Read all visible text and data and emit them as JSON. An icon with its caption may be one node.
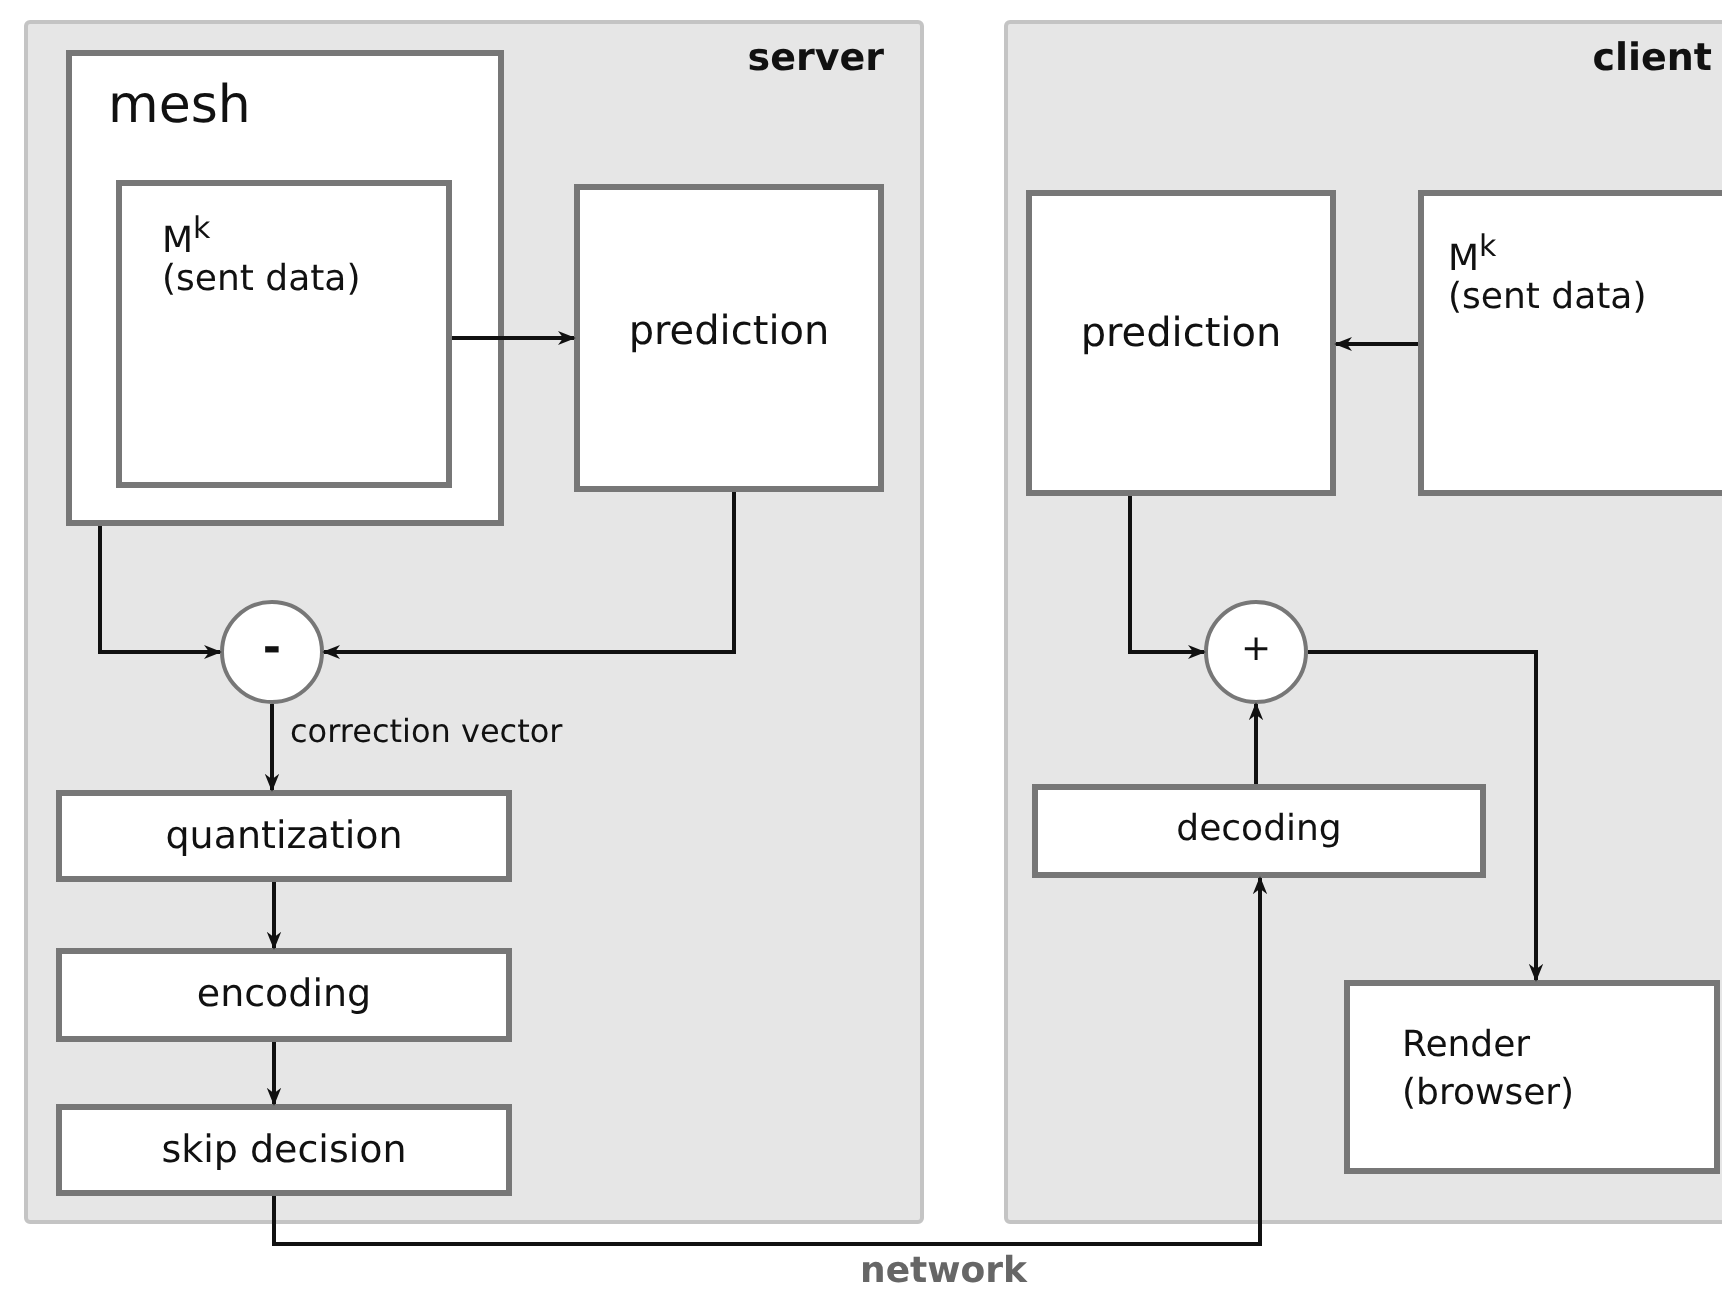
{
  "diagram": {
    "nodes": [
      {
        "text": [
          "server"
        ]
      },
      {
        "text": [
          "mesh"
        ],
        "in": 0
      },
      {
        "text": [
          "M$^{k}$",
          "(sent data)"
        ],
        "in": 1
      },
      {
        "text": [
          "prediction"
        ],
        "in": 0
      },
      {
        "text": [
          "-"
        ],
        "in": 0
      },
      {
        "text": [
          "quantization"
        ],
        "in": 0
      },
      {
        "text": [
          "encoding"
        ],
        "in": 0
      },
      {
        "text": [
          "skip decision"
        ],
        "in": 0
      },
      {
        "text": [
          "client"
        ]
      },
      {
        "text": [
          "prediction"
        ],
        "in": 8
      },
      {
        "text": [
          "M$^{k}$",
          "(sent data)"
        ],
        "in": 8
      },
      {
        "text": [
          "+"
        ],
        "in": 8
      },
      {
        "text": [
          "decoding"
        ],
        "in": 8
      },
      {
        "text": [
          "Render (browser)"
        ],
        "in": 8
      }
    ],
    "edges": [
      {
        "from": 2,
        "to": 3,
        "arrow": "to"
      },
      {
        "from": 1,
        "to": 4,
        "arrow": "to"
      },
      {
        "from": 3,
        "to": 4,
        "arrow": "to"
      },
      {
        "from": 4,
        "to": 5,
        "arrow": "to",
        "label": "correction vector"
      },
      {
        "from": 5,
        "to": 6,
        "arrow": "to"
      },
      {
        "from": 6,
        "to": 7,
        "arrow": "to"
      },
      {
        "from": 7,
        "to": 12,
        "arrow": "to",
        "label": "network"
      },
      {
        "from": 10,
        "to": 9,
        "arrow": "to"
      },
      {
        "from": 9,
        "to": 11,
        "arrow": "to"
      },
      {
        "from": 12,
        "to": 11,
        "arrow": "to"
      },
      {
        "from": 11,
        "to": 13,
        "arrow": "to"
      }
    ]
  }
}
